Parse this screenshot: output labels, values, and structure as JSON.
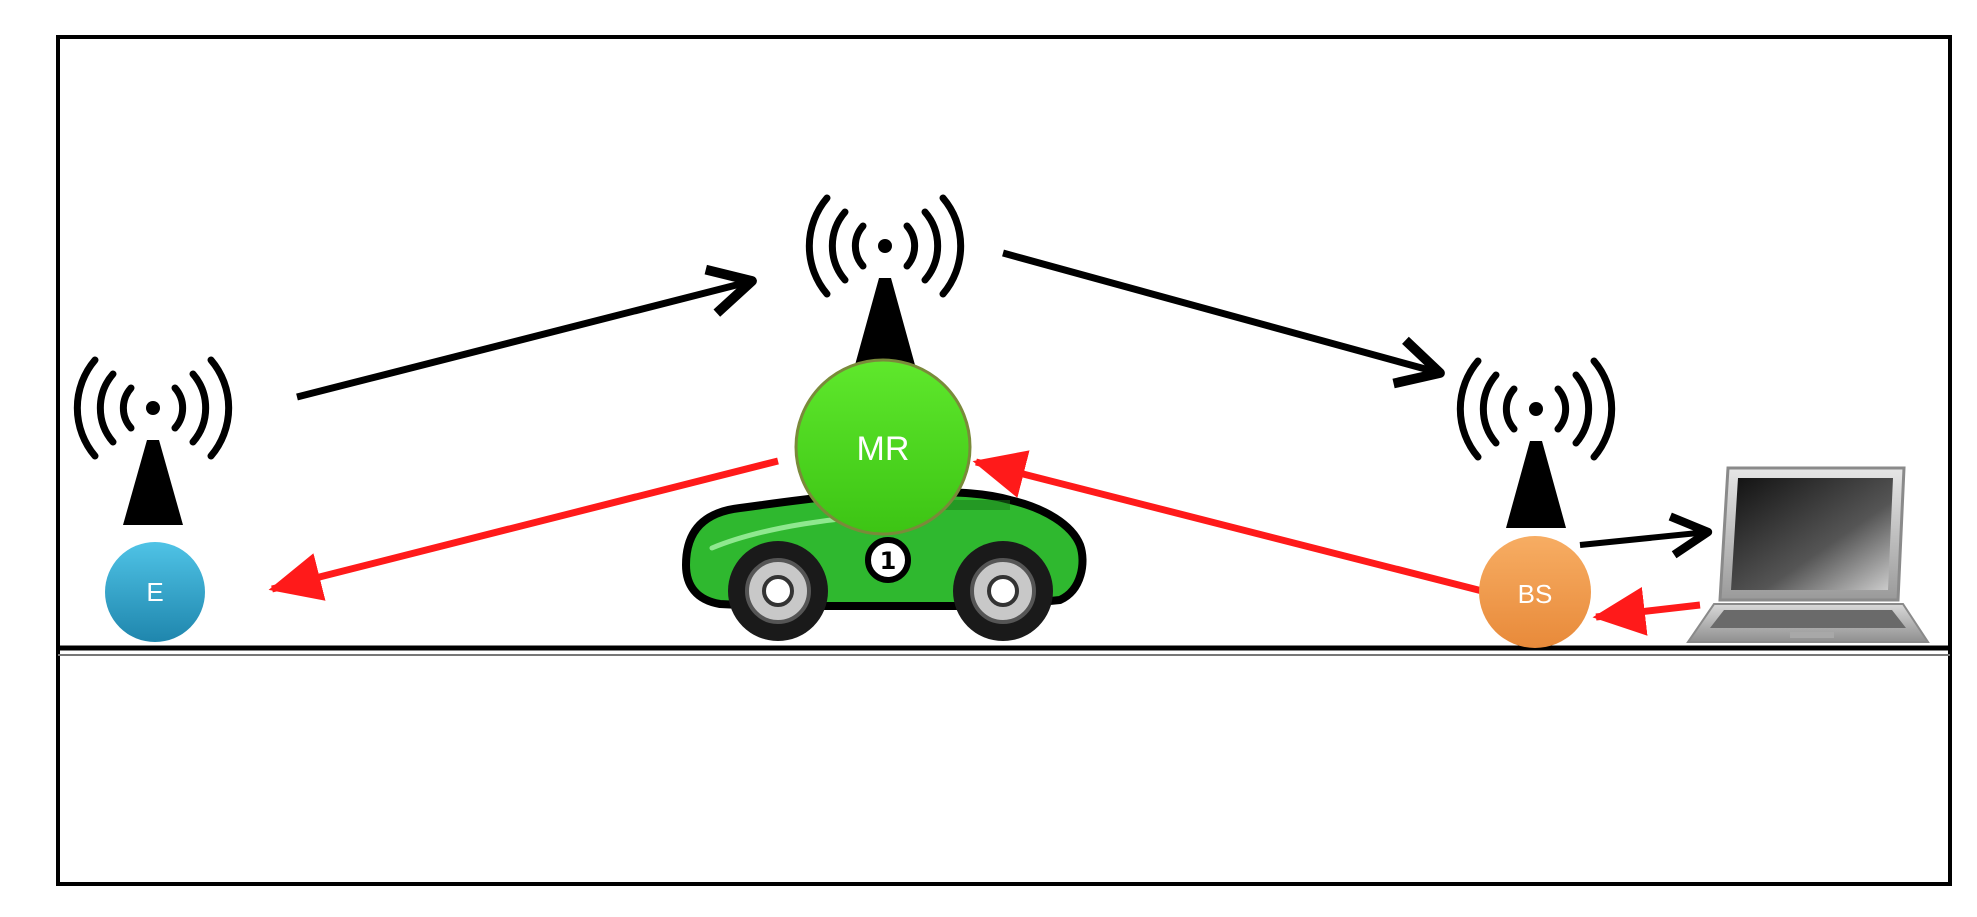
{
  "colors": {
    "frame": "#000000",
    "forward_arrow": "#000000",
    "return_arrow": "#ff1a1a",
    "end_node": "#2ea7cf",
    "relay_node": "#49d81c",
    "base_station": "#f29a4e",
    "car_body": "#2fb82f",
    "antenna": "#000000"
  },
  "nodes": {
    "end_node": {
      "label": "E",
      "icon": "broadcast-antenna-icon"
    },
    "mobile_relay": {
      "label": "MR",
      "icon": "broadcast-antenna-icon"
    },
    "base_station": {
      "label": "BS",
      "icon": "broadcast-antenna-icon"
    }
  },
  "vehicle": {
    "icon": "car-icon",
    "number": "1"
  },
  "computer": {
    "icon": "laptop-icon"
  }
}
